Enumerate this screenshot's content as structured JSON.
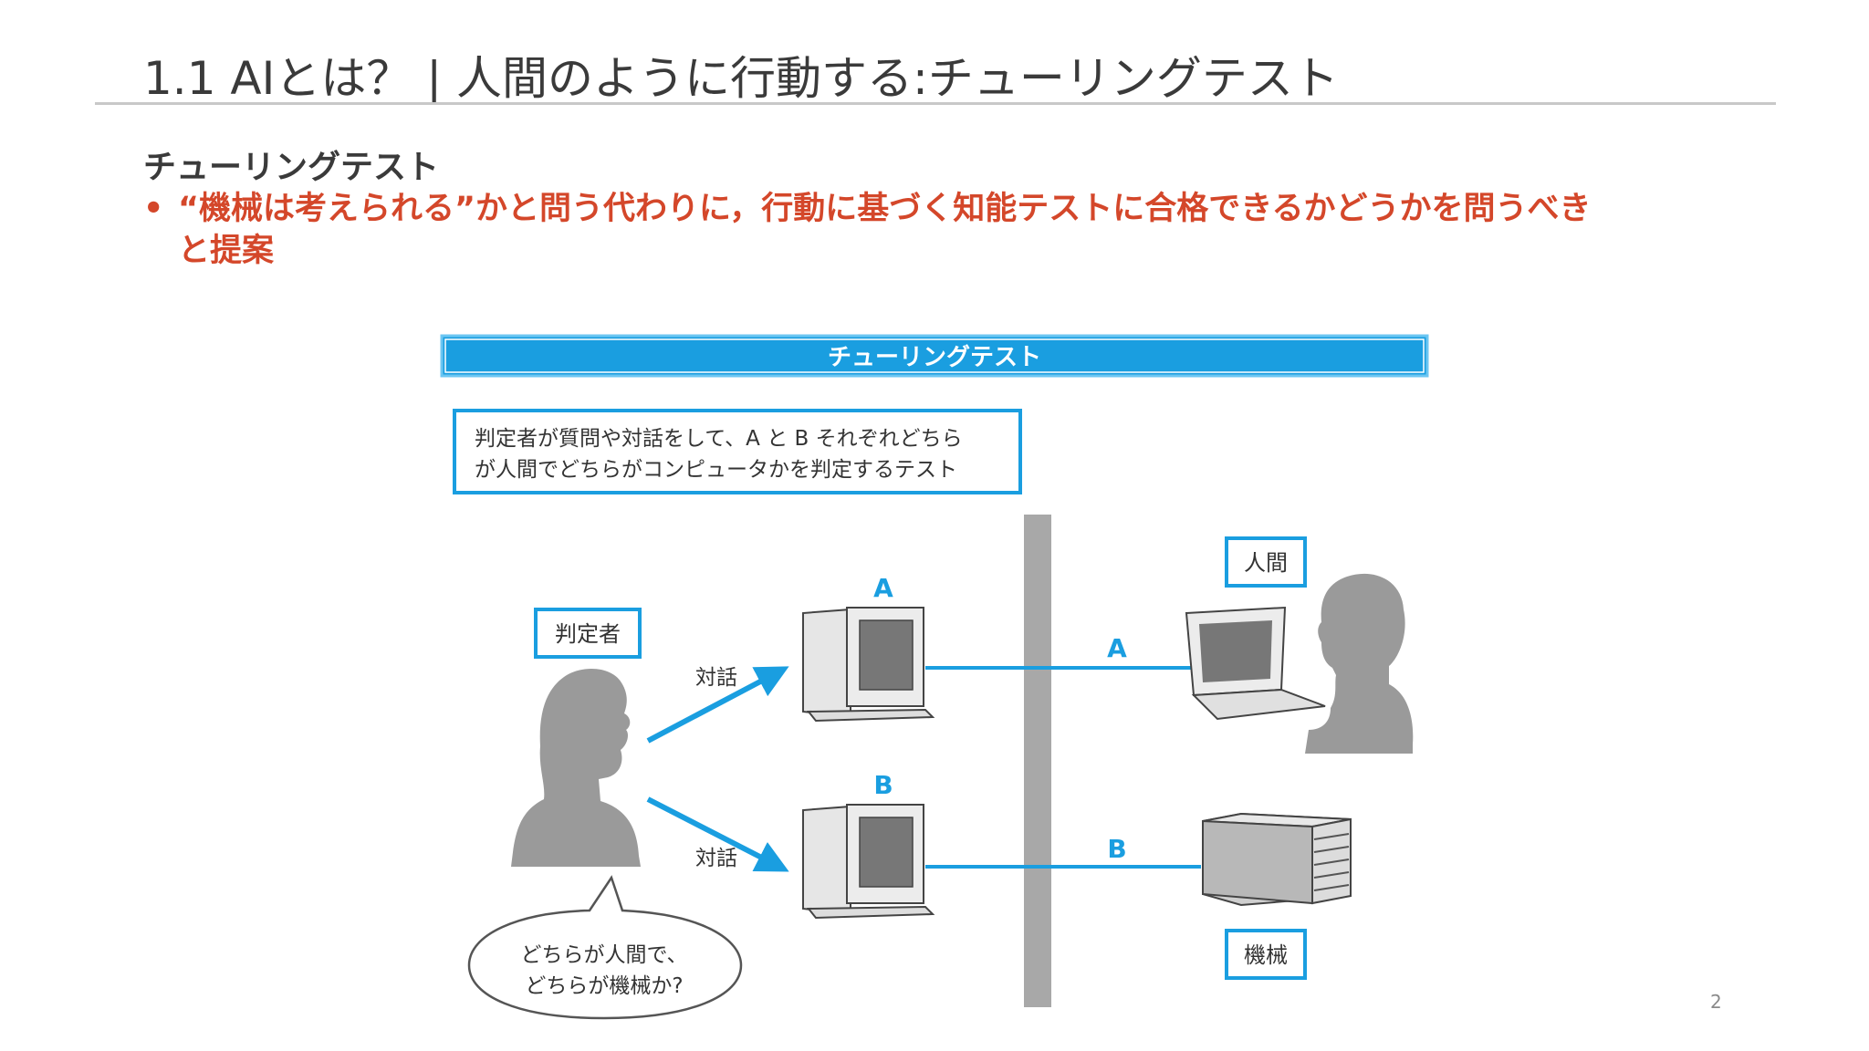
{
  "header": {
    "title": "1.1 AIとは？ | 人間のように行動する:チューリングテスト"
  },
  "section": {
    "heading": "チューリングテスト",
    "bullet_marker": "•",
    "bullet_text": "“機械は考えられる”かと問う代わりに，行動に基づく知能テストに合格できるかどうかを問うべきと提案"
  },
  "figure": {
    "banner_title": "チューリングテスト",
    "description_line1": "判定者が質問や対話をして、A と B それぞれどちら",
    "description_line2": "が人間でどちらがコンピュータかを判定するテスト",
    "judge_label": "判定者",
    "dialogue_label_top": "対話",
    "dialogue_label_bottom": "対話",
    "terminal_a_label": "A",
    "terminal_b_label": "B",
    "link_a_label": "A",
    "link_b_label": "B",
    "human_label": "人間",
    "machine_label": "機械",
    "speech_line1": "どちらが人間で、",
    "speech_line2": "どちらが機械か?",
    "accent_color": "#1a9ee0",
    "figure_gray": "#9a9a9a"
  },
  "footer": {
    "page_number": "2"
  }
}
